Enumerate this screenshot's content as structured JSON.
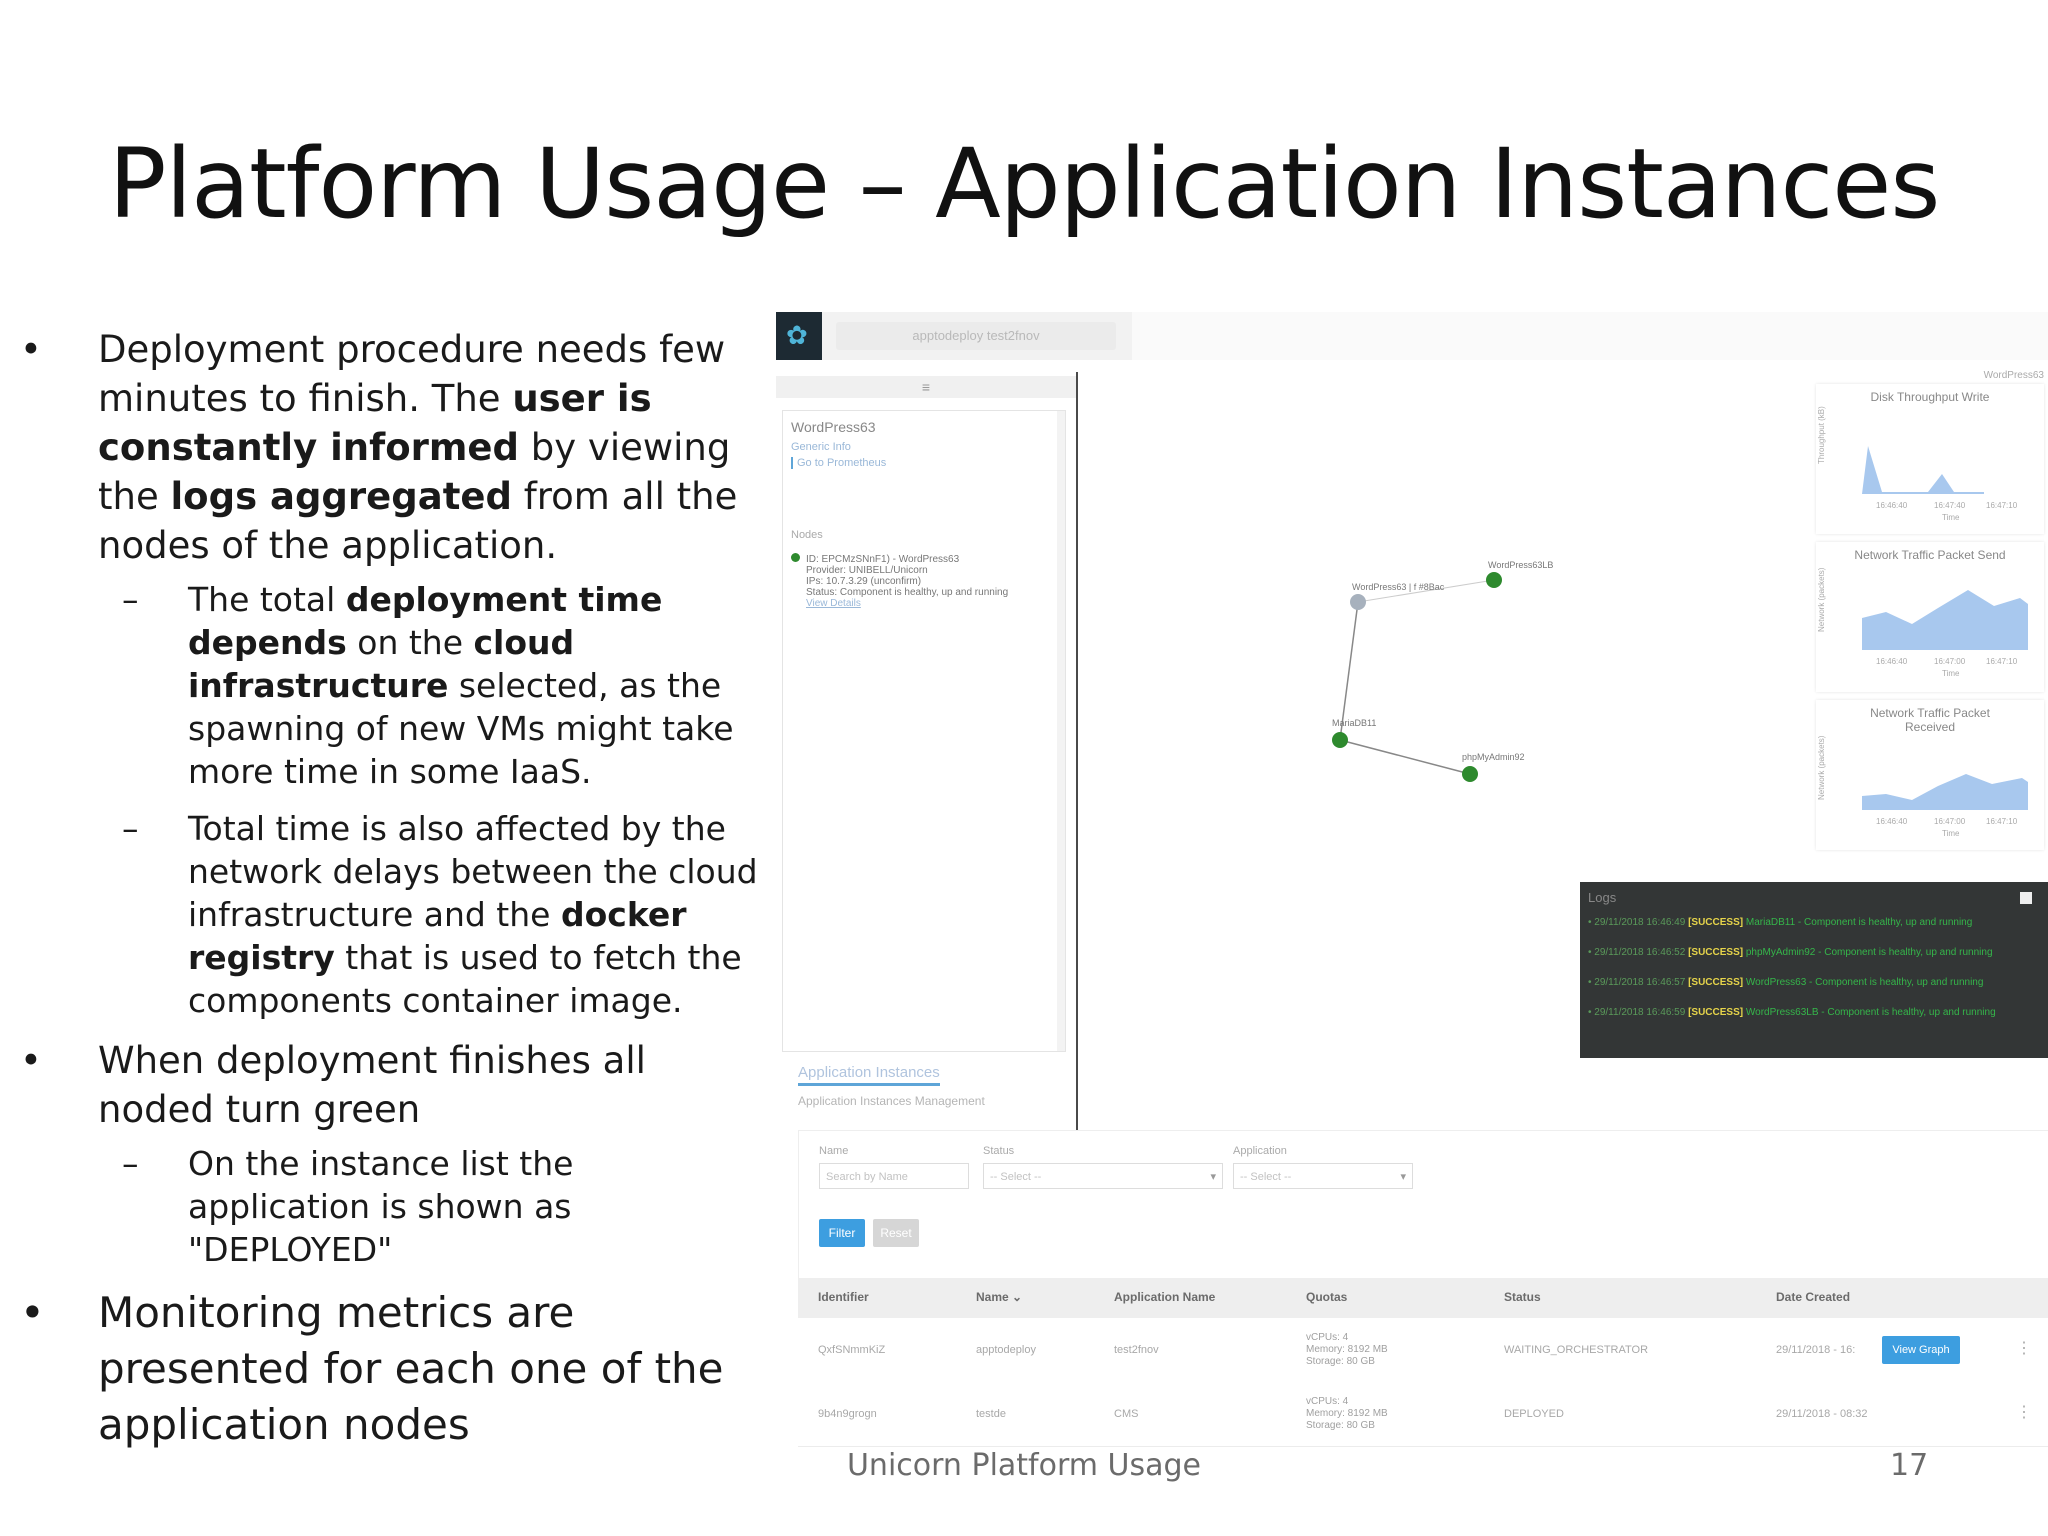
{
  "slide": {
    "title": "Platform Usage – Application Instances",
    "footer": "Unicorn Platform Usage",
    "page_number": "17"
  },
  "bullets": {
    "b1": {
      "t1": "Deployment procedure needs few minutes to finish. The ",
      "t2": "user is constantly informed",
      "t3": " by viewing the ",
      "t4": "logs aggregated",
      "t5": " from all the nodes of the application."
    },
    "b1a": {
      "t1": "The total ",
      "t2": "deployment time depends",
      "t3": " on the ",
      "t4": "cloud infrastructure",
      "t5": " selected, as the spawning of new VMs might take more time in some IaaS."
    },
    "b1b": {
      "t1": "Total time is also affected by the network delays between the cloud infrastructure and the ",
      "t2": "docker registry",
      "t3": " that is used to fetch the components container image."
    },
    "b2": {
      "text": "When deployment finishes all noded turn green"
    },
    "b2a": {
      "text": "On the instance list the application is shown as \"DEPLOYED\""
    },
    "b3": {
      "text": "Monitoring metrics are presented for each one of the application nodes"
    }
  },
  "app": {
    "breadcrumb": "apptodeploy test2fnov",
    "left_panel": {
      "header": "≡",
      "title": "WordPress63",
      "generic_info": "Generic Info",
      "prometheus_link": "Go to Prometheus",
      "nodes_label": "Nodes",
      "node_line1": "ID: EPCMzSNnF1) - WordPress63",
      "node_line2": "Provider: UNIBELL/Unicorn",
      "node_line3": "IPs: 10.7.3.29 (unconfirm)",
      "node_line4": "Status: Component is healthy, up and running",
      "view_details": "View Details"
    },
    "graph": {
      "nodes": [
        "WordPress63 | f #8Bac",
        "WordPress63LB",
        "MariaDB11",
        "phpMyAdmin92"
      ]
    },
    "metrics": {
      "header": "WordPress63",
      "panels": [
        {
          "title": "Disk Throughput Write",
          "ylabel": "Throughput (kB)",
          "xlabel": "Time",
          "ticks": [
            "16:46:40",
            "16:47:40",
            "16:47:10"
          ]
        },
        {
          "title": "Network Traffic Packet Send",
          "ylabel": "Network (packets)",
          "xlabel": "Time",
          "ticks": [
            "16:46:40",
            "16:47:00",
            "16:47:10"
          ]
        },
        {
          "title": "Network Traffic Packet Received",
          "ylabel": "Network (packets)",
          "xlabel": "Time",
          "ticks": [
            "16:46:40",
            "16:47:00",
            "16:47:10"
          ]
        }
      ]
    },
    "logs": {
      "title": "Logs",
      "entries": [
        {
          "time": "29/11/2018 16:46:49",
          "level": "[SUCCESS]",
          "msg": "MariaDB11 - Component is healthy, up and running"
        },
        {
          "time": "29/11/2018 16:46:52",
          "level": "[SUCCESS]",
          "msg": "phpMyAdmin92 - Component is healthy, up and running"
        },
        {
          "time": "29/11/2018 16:46:57",
          "level": "[SUCCESS]",
          "msg": "WordPress63 - Component is healthy, up and running"
        },
        {
          "time": "29/11/2018 16:46:59",
          "level": "[SUCCESS]",
          "msg": "WordPress63LB - Component is healthy, up and running"
        }
      ]
    },
    "instances": {
      "title": "Application Instances",
      "subtitle": "Application Instances Management",
      "filters": {
        "name_label": "Name",
        "name_placeholder": "Search by Name",
        "status_label": "Status",
        "status_value": "-- Select --",
        "application_label": "Application",
        "application_value": "-- Select --",
        "filter_button": "Filter",
        "reset_button": "Reset"
      },
      "columns": [
        "Identifier",
        "Name ⌄",
        "Application Name",
        "Quotas",
        "Status",
        "Date Created"
      ],
      "rows": [
        {
          "identifier": "QxfSNmmKiZ",
          "name": "apptodeploy",
          "application": "test2fnov",
          "vcpus": "vCPUs: 4",
          "memory": "Memory: 8192 MB",
          "storage": "Storage: 80 GB",
          "status": "WAITING_ORCHESTRATOR",
          "date": "29/11/2018 - 16:",
          "action": "View Graph"
        },
        {
          "identifier": "9b4n9grogn",
          "name": "testde",
          "application": "CMS",
          "vcpus": "vCPUs: 4",
          "memory": "Memory: 8192 MB",
          "storage": "Storage: 80 GB",
          "status": "DEPLOYED",
          "date": "29/11/2018 - 08:32",
          "action": ""
        }
      ]
    }
  },
  "colors": {
    "node_green": "#2e8a2e",
    "node_grey": "#a7b1bd",
    "chart_fill": "#a8c8ee",
    "accent_blue": "#3d9ee0",
    "log_bg": "#333636"
  }
}
